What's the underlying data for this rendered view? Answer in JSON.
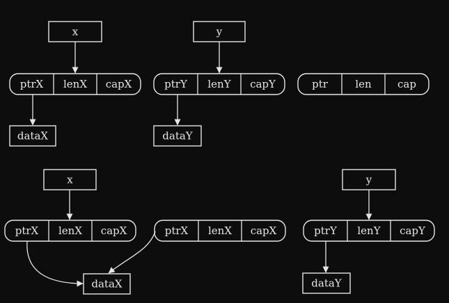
{
  "top": {
    "x_var": "x",
    "y_var": "y",
    "x_header": [
      "ptrX",
      "lenX",
      "capX"
    ],
    "y_header": [
      "ptrY",
      "lenY",
      "capY"
    ],
    "generic_header": [
      "ptr",
      "len",
      "cap"
    ],
    "x_data": "dataX",
    "y_data": "dataY"
  },
  "bottom": {
    "x_var": "x",
    "y_var": "y",
    "x_header": [
      "ptrX",
      "lenX",
      "capX"
    ],
    "copied_header": [
      "ptrX",
      "lenX",
      "capX"
    ],
    "y_header": [
      "ptrY",
      "lenY",
      "capY"
    ],
    "x_data": "dataX",
    "y_data": "dataY"
  }
}
